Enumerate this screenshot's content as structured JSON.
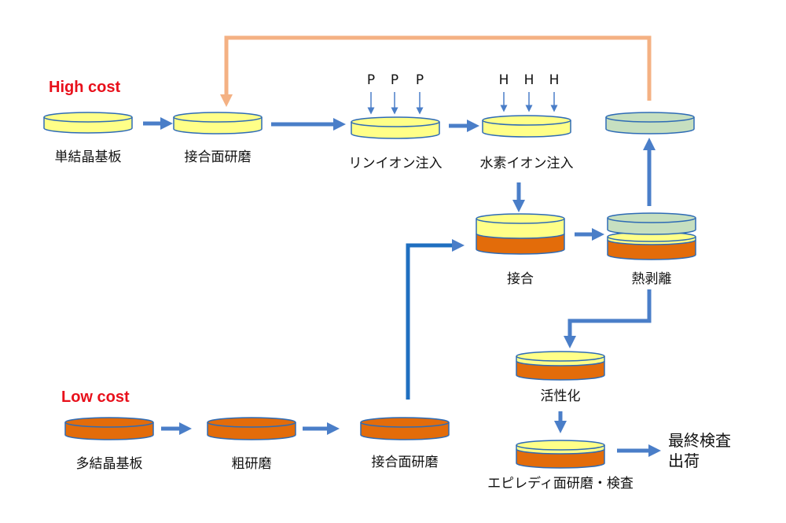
{
  "labels": {
    "high_cost": "High cost",
    "low_cost": "Low cost",
    "single_crystal": "単結晶基板",
    "bond_polish_high": "接合面研磨",
    "li_ion": "リンイオン注入",
    "h_ion": "水素イオン注入",
    "bonding": "接合",
    "thermal_peel": "熱剥離",
    "activation": "活性化",
    "epi_ready": "エピレディ面研磨・検査",
    "final_line1": "最終検査",
    "final_line2": "出荷",
    "poly_crystal": "多結晶基板",
    "rough_polish": "粗研磨",
    "bond_polish_low": "接合面研磨"
  },
  "ions": {
    "p": [
      "P",
      "P",
      "P"
    ],
    "h": [
      "H",
      "H",
      "H"
    ]
  },
  "colors": {
    "yellow_fill": "#ffff88",
    "orange_fill": "#e36c0a",
    "green_fill": "#c6dfc0",
    "outline": "#2e6bb5",
    "arrow": "#4a7ec8",
    "return_arrow": "#f4b183",
    "cost_text": "#e8101b"
  }
}
